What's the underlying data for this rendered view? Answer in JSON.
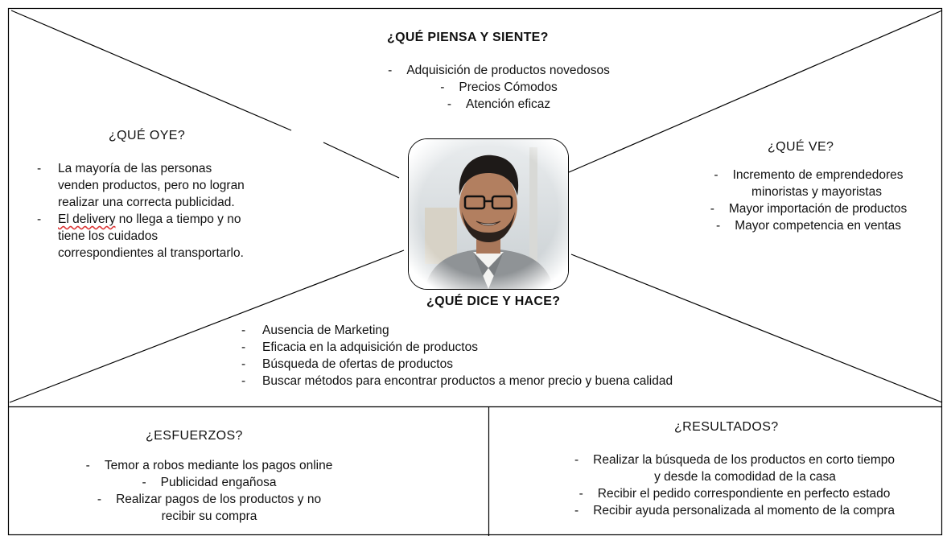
{
  "piensa": {
    "title": "¿QUÉ PIENSA Y SIENTE?",
    "items": [
      "Adquisición de productos novedosos",
      "Precios Cómodos",
      "Atención eficaz"
    ]
  },
  "oye": {
    "title": "¿QUÉ OYE?",
    "item1_lines": [
      "La mayoría de las personas",
      "venden productos, pero no logran",
      "realizar una correcta publicidad."
    ],
    "item2_word": "El delivery",
    "item2_rest": " no llega a tiempo y no",
    "item2_lines": [
      "tiene los cuidados",
      "correspondientes al transportarlo."
    ]
  },
  "ve": {
    "title": "¿QUÉ VE?",
    "item1_lines": [
      "Incremento de emprendedores",
      "minoristas y mayoristas"
    ],
    "items": [
      "Mayor importación de productos",
      "Mayor competencia en ventas"
    ]
  },
  "dice": {
    "title": "¿QUÉ DICE Y HACE?",
    "items": [
      "Ausencia de Marketing",
      "Eficacia en la adquisición de productos",
      "Búsqueda de ofertas de productos",
      "Buscar métodos para encontrar productos a menor precio y buena calidad"
    ]
  },
  "esfuerzos": {
    "title": "¿ESFUERZOS?",
    "items": [
      "Temor a robos mediante los pagos online",
      "Publicidad engañosa"
    ],
    "item3_lines": [
      "Realizar pagos de los productos y no",
      "recibir su compra"
    ]
  },
  "resultados": {
    "title": "¿RESULTADOS?",
    "item1_lines": [
      "Realizar la búsqueda de los productos en corto tiempo",
      "y desde la comodidad de la casa"
    ],
    "items": [
      "Recibir el pedido correspondiente en perfecto estado",
      "Recibir ayuda personalizada al momento de la compra"
    ]
  },
  "dash": "-",
  "colors": {
    "line": "#000000",
    "background": "#ffffff",
    "spellcheck_underline": "#dd3333"
  }
}
